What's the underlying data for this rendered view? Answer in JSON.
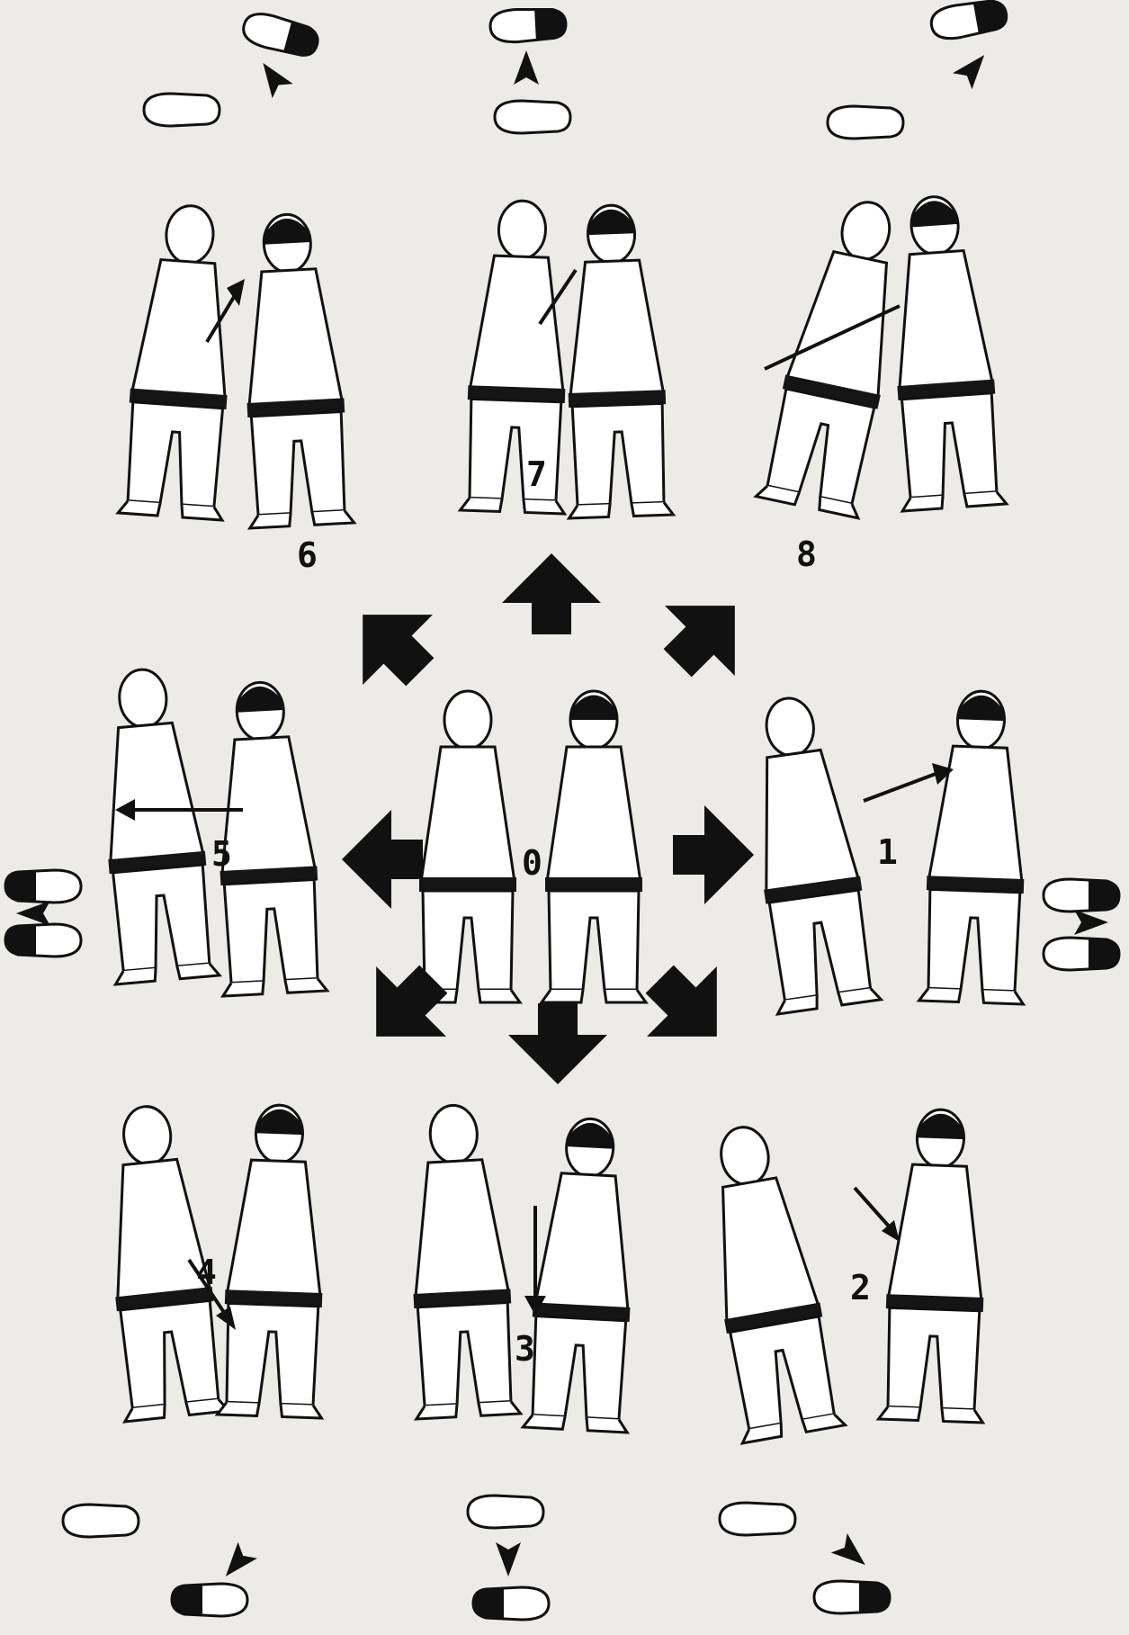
{
  "diagram": {
    "panels": [
      {
        "id": "0",
        "label": "0"
      },
      {
        "id": "1",
        "label": "1"
      },
      {
        "id": "2",
        "label": "2"
      },
      {
        "id": "3",
        "label": "3"
      },
      {
        "id": "4",
        "label": "4"
      },
      {
        "id": "5",
        "label": "5"
      },
      {
        "id": "6",
        "label": "6"
      },
      {
        "id": "7",
        "label": "7"
      },
      {
        "id": "8",
        "label": "8"
      }
    ]
  },
  "colors": {
    "paper": "#ecebe7",
    "ink": "#111111",
    "gi": "#ffffff",
    "belt": "#151515"
  }
}
